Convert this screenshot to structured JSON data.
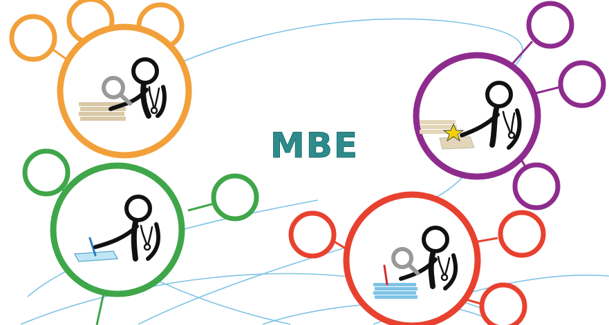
{
  "diagram": {
    "title": "MBE",
    "title_color": "#2e8b8b",
    "connector_color": "#7ec3e6",
    "ink_color": "#111111",
    "clusters": [
      {
        "id": "orange",
        "color": "#f2a03a",
        "activity": "searching-documents",
        "paper_color": "#d9c9a8"
      },
      {
        "id": "purple",
        "color": "#8e2c8e",
        "activity": "appraising-evidence",
        "paper_color": "#e3d6b8",
        "star_color": "#f4d20a"
      },
      {
        "id": "green",
        "color": "#3fa64a",
        "activity": "writing-notes",
        "paper_color": "#bfe6f5"
      },
      {
        "id": "red",
        "color": "#e8412f",
        "activity": "reviewing-records",
        "paper_color": "#7ec3e6",
        "pen_color": "#d42a2a"
      }
    ]
  }
}
